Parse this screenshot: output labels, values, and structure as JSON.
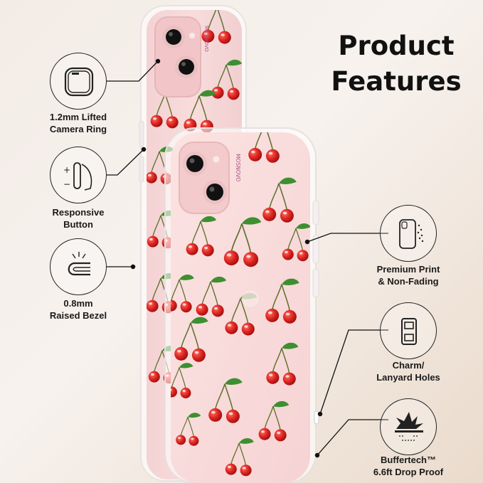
{
  "title": {
    "line1": "Product",
    "line2": "Features"
  },
  "brand": "MOSNOVO",
  "features": {
    "camera_ring": {
      "line1": "1.2mm Lifted",
      "line2": "Camera Ring"
    },
    "button": {
      "line1": "Responsive",
      "line2": "Button"
    },
    "bezel": {
      "line1": "0.8mm",
      "line2": "Raised Bezel"
    },
    "print": {
      "line1": "Premium Print",
      "line2": "& Non-Fading"
    },
    "holes": {
      "line1": "Charm/",
      "line2": "Lanyard Holes"
    },
    "drop": {
      "line1": "Buffertech™",
      "line2": "6.6ft Drop Proof"
    }
  },
  "colors": {
    "cherry": "#d9211f",
    "leaf": "#3a8a2e",
    "phone_pink": "#f7d5d6",
    "accent_line": "#111111"
  }
}
